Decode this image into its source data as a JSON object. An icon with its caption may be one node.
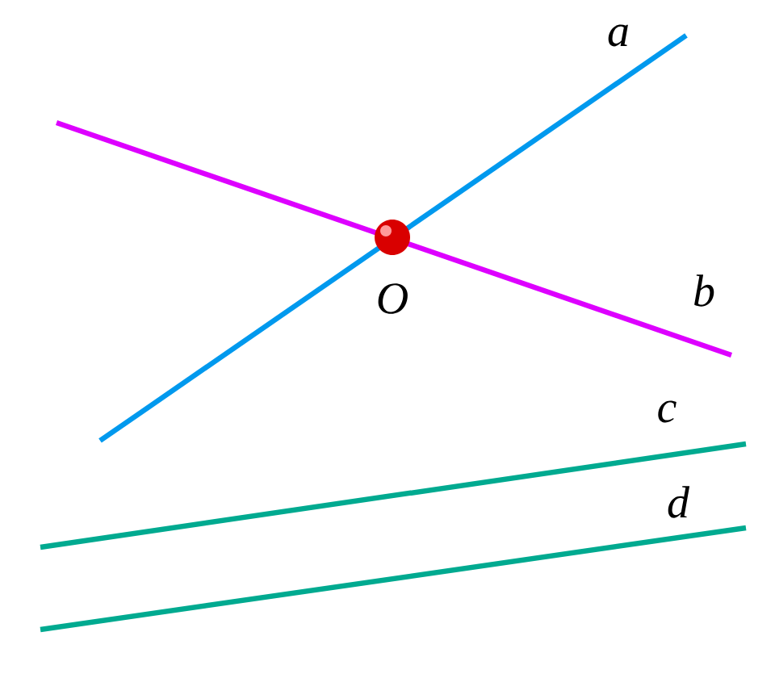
{
  "diagram": {
    "labels": [
      "a",
      "b",
      "O",
      "c",
      "d"
    ]
  }
}
